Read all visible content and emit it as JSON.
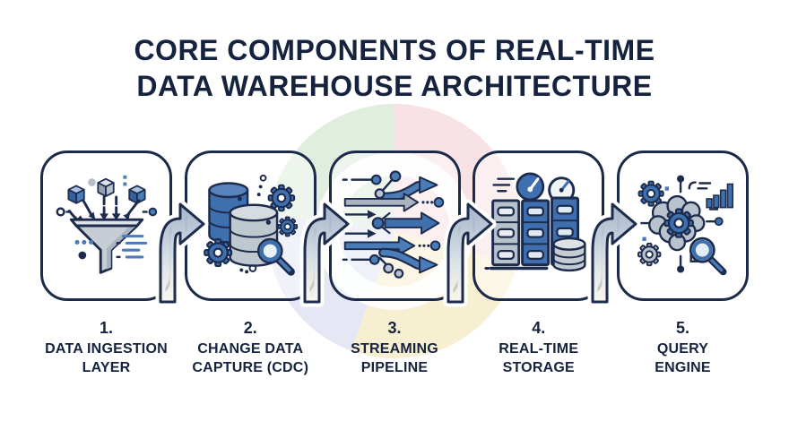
{
  "title": {
    "line1": "CORE COMPONENTS OF REAL-TIME",
    "line2": "DATA WAREHOUSE ARCHITECTURE"
  },
  "cards": [
    {
      "number": "1.",
      "label_line1": "DATA INGESTION",
      "label_line2": "LAYER",
      "icon": "funnel-ingestion-icon"
    },
    {
      "number": "2.",
      "label_line1": "CHANGE DATA",
      "label_line2": "CAPTURE (CDC)",
      "icon": "database-sync-icon"
    },
    {
      "number": "3.",
      "label_line1": "STREAMING",
      "label_line2": "PIPELINE",
      "icon": "streaming-arrows-icon"
    },
    {
      "number": "4.",
      "label_line1": "REAL-TIME",
      "label_line2": "STORAGE",
      "icon": "storage-cabinets-icon"
    },
    {
      "number": "5.",
      "label_line1": "QUERY",
      "label_line2": "ENGINE",
      "icon": "brain-query-icon"
    }
  ],
  "connectors": {
    "count": 4,
    "direction": "right",
    "shape": "s-curve-elbow-arrow"
  },
  "colors": {
    "title_text": "#16233e",
    "outline_navy": "#1d2b4c",
    "accent_blue": "#3e6fae",
    "light_blue": "#7fa3cc",
    "steel_gray": "#a9b4c0",
    "light_gray": "#c6cdd5",
    "watermark_green": "#dcead8",
    "watermark_pink": "#f6dde0",
    "watermark_yellow": "#f6ecca",
    "watermark_blue": "#e0e4f2",
    "background": "#ffffff"
  }
}
